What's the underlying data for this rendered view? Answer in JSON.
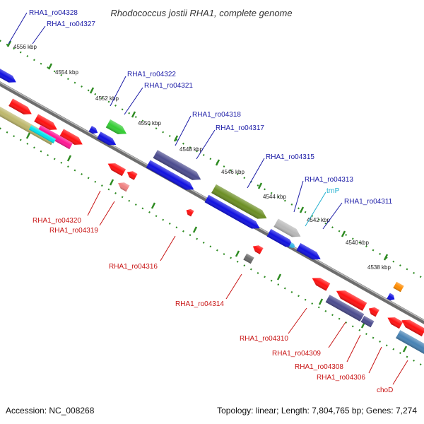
{
  "title": "Rhodococcus jostii RHA1, complete genome",
  "footer": {
    "accession": "Accession: NC_008268",
    "topology": "Topology: linear; Length: 7,804,765 bp; Genes: 7,274"
  },
  "colors": {
    "forward_label": "#1a1aa6",
    "reverse_label": "#c81414",
    "rna_label": "#22b0d0",
    "backbone": "#7a7a7a",
    "tick": "#2e8b22"
  },
  "ticks": [
    "4538 kbp",
    "4540 kbp",
    "4542 kbp",
    "4544 kbp",
    "4546 kbp",
    "4548 kbp",
    "4550 kbp",
    "4552 kbp",
    "4554 kbp",
    "4556 kbp"
  ],
  "forward_genes": [
    {
      "name": "RHA1_ro04328",
      "color": "#1010e0"
    },
    {
      "name": "RHA1_ro04327",
      "color": "#ff1010"
    },
    {
      "name": "RHA1_ro04322",
      "color": "#1010e0"
    },
    {
      "name": "RHA1_ro04321",
      "color": "#33cc33"
    },
    {
      "name": "RHA1_ro04318",
      "color": "#4b4b8e"
    },
    {
      "name": "RHA1_ro04317",
      "color": "#1010e0"
    },
    {
      "name": "RHA1_ro04315",
      "color": "#6b8e23"
    },
    {
      "name": "RHA1_ro04313",
      "color": "#b8b8b8"
    },
    {
      "name": "trnP",
      "color": "#33b5e5"
    },
    {
      "name": "RHA1_ro04311",
      "color": "#1010e0"
    }
  ],
  "reverse_genes": [
    {
      "name": "RHA1_ro04320",
      "color": "#ff1010"
    },
    {
      "name": "RHA1_ro04319",
      "color": "#f08080"
    },
    {
      "name": "RHA1_ro04316",
      "color": "#ff1010"
    },
    {
      "name": "RHA1_ro04314",
      "color": "#6a6a6a"
    },
    {
      "name": "RHA1_ro04310",
      "color": "#ff1010"
    },
    {
      "name": "RHA1_ro04309",
      "color": "#ff1010"
    },
    {
      "name": "RHA1_ro04308",
      "color": "#4b4b8e"
    },
    {
      "name": "RHA1_ro04306",
      "color": "#ff1010"
    },
    {
      "name": "choD",
      "color": "#4682b4"
    }
  ]
}
